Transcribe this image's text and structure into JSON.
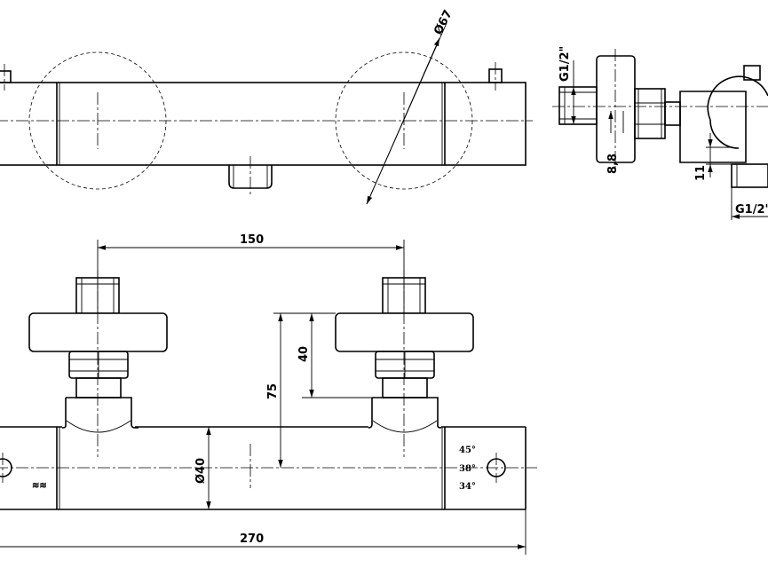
{
  "drawing": {
    "top_view": {
      "diameter_label": "Ø67"
    },
    "side_view": {
      "thread_top_label": "G1/2\"",
      "thread_bottom_label": "G1/2\"",
      "dim_8_8": "8,8",
      "dim_11": "11"
    },
    "front_view": {
      "dim_150": "150",
      "dim_40": "40",
      "dim_75": "75",
      "dim_dia40": "Ø40",
      "dim_270": "270",
      "temp_marks": [
        "45°",
        "38°",
        "34°"
      ],
      "flow_mark": "≋≋"
    }
  }
}
